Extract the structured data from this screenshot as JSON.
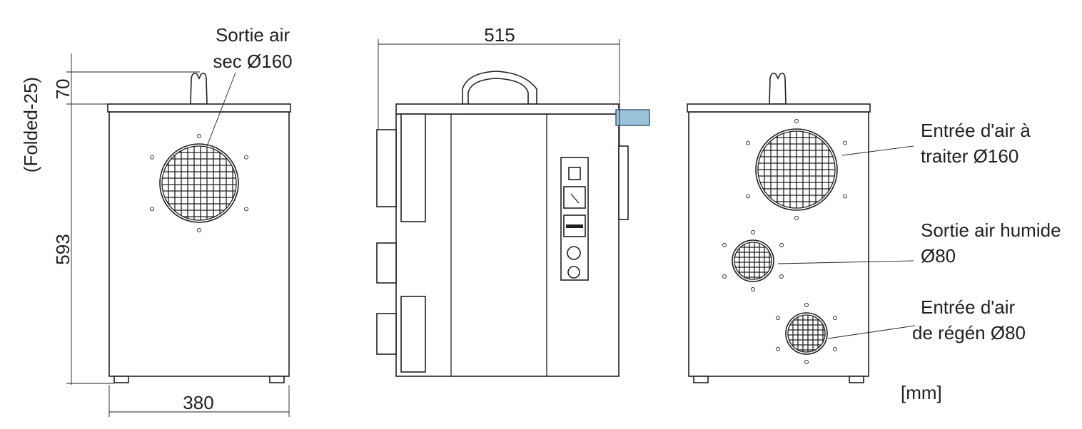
{
  "dimensions": {
    "height_handle": "70",
    "height_body": "593",
    "folded_note": "(Folded-25)",
    "width_front": "380",
    "depth_side": "515",
    "unit": "[mm]"
  },
  "labels": {
    "dry_air_outlet": [
      "Sortie air",
      "sec Ø160"
    ],
    "process_air_inlet": [
      "Entrée d'air à",
      "traiter Ø160"
    ],
    "wet_air_outlet": [
      "Sortie air humide",
      "Ø80"
    ],
    "regen_air_inlet": [
      "Entrée d'air",
      "de régén Ø80"
    ]
  },
  "colors": {
    "line": "#231f20",
    "highlight": "#9cc3dc"
  }
}
